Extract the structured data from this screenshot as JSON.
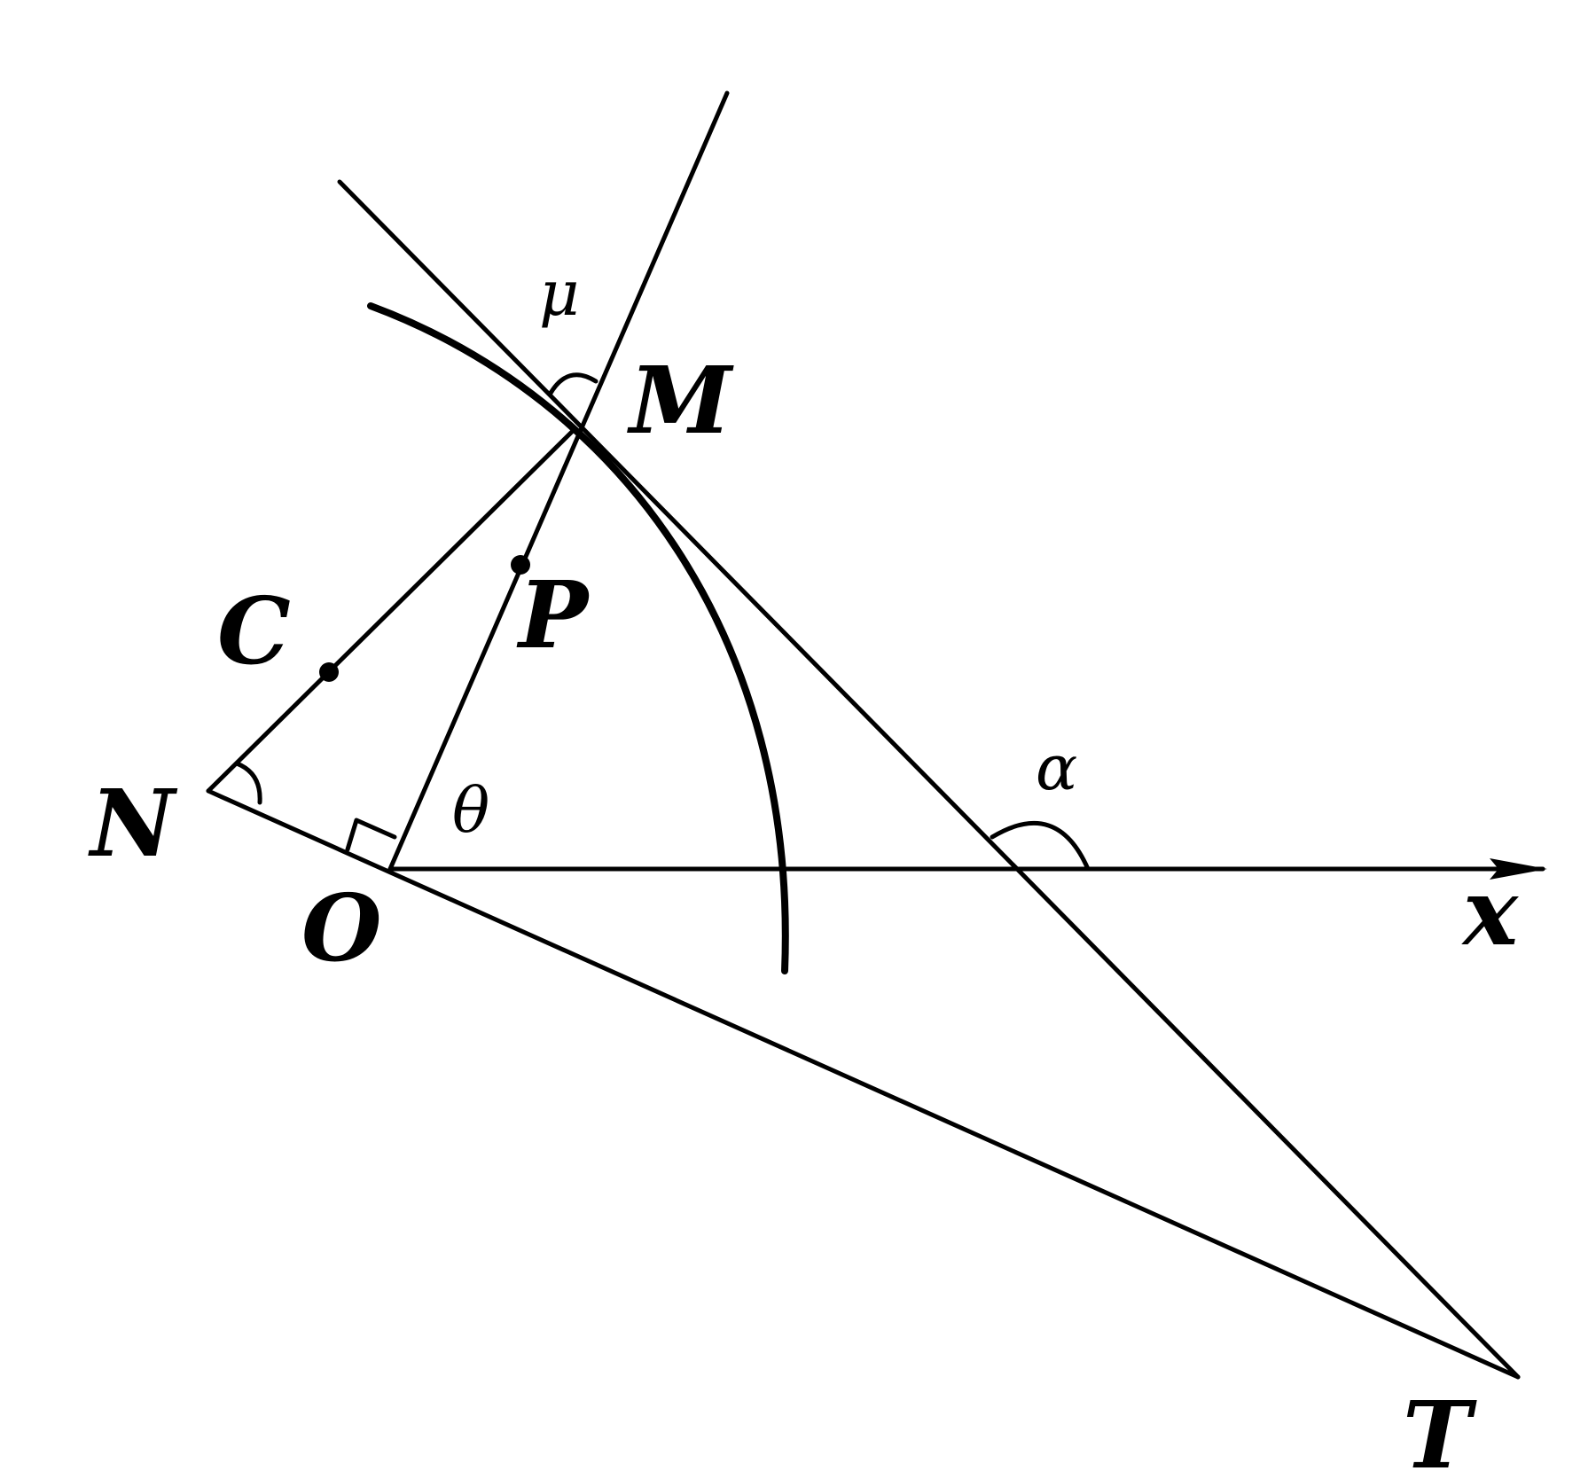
{
  "figure": {
    "labels": {
      "M": "M",
      "N": "N",
      "O": "O",
      "C": "C",
      "P": "P",
      "T": "T",
      "x": "x",
      "mu": "μ",
      "theta": "θ",
      "alpha": "α"
    }
  }
}
